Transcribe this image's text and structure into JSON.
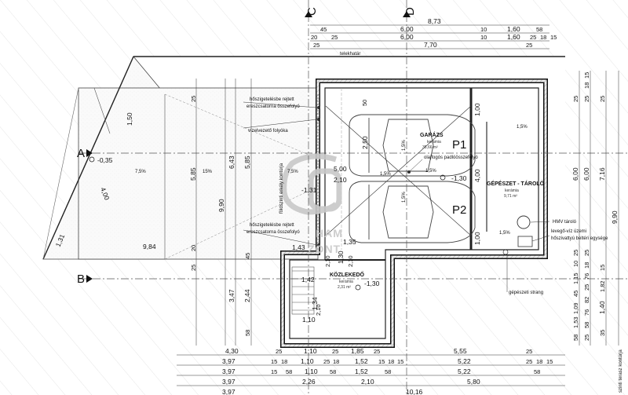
{
  "section_marks": [
    "C",
    "D",
    "A",
    "B"
  ],
  "top_dims": {
    "row1": [
      "8,73"
    ],
    "row2": [
      "45",
      "6,00",
      "10",
      "1,60",
      "58"
    ],
    "row3": [
      "20",
      "25",
      "6,00",
      "10",
      "1,60",
      "25",
      "18",
      "15"
    ],
    "row4": [
      "25",
      "7,70",
      "25"
    ]
  },
  "boundary_label": "telekhatár",
  "labels": {
    "hoszig1": "hőszigetelésbe rejtett",
    "eresz1": "ereszcsatorna összefolyó",
    "vizelvezeto": "vízelvezető folyóka",
    "erkely": "földszinti erkély kontúrja",
    "hoszig2": "hőszigetelésbe rejtett",
    "eresz2": "ereszcsatorna összefolyó",
    "olajfogo": "olajfogós padlóösszefolyó",
    "hmv": "HMV tároló",
    "levego1": "levegő-víz üzemi",
    "levego2": "hőszivattyú beltéri egysége",
    "strang": "gépészeti strang",
    "terasz": "szinti terasz kontúrja",
    "ham": "HAM",
    "ham2": "ZONT"
  },
  "rooms": {
    "garazs": {
      "name": "GARÁZS",
      "material": "kerámia",
      "area": "35,66 m²"
    },
    "gepeszet": {
      "name": "GÉPÉSZET - TÁROLÓ",
      "material": "kerámia",
      "area": "9,71 m²"
    },
    "kozlekedo": {
      "name": "KÖZLEKEDŐ",
      "material": "kerámia",
      "area": "2,31 m²"
    }
  },
  "parking": [
    "P1",
    "P2"
  ],
  "levels": {
    "l1": "-0,35",
    "l2": "-1,30",
    "l3": "-1,31",
    "l4": "-1,30"
  },
  "slopes": {
    "s1": "7,5%",
    "s2": "15%",
    "s3": "7,5%",
    "s4": "1,5%",
    "s5": "1,5%",
    "s6": "1,5%",
    "s7": "1,5%",
    "s8": "1,5%",
    "s9": "1,5%"
  },
  "left_vertical_dims": [
    "25",
    "5,85",
    "9,90",
    "6,43",
    "5,85",
    "25",
    "20",
    "45",
    "3,47",
    "2,44",
    "58"
  ],
  "inner_dims": [
    "2,50",
    "50",
    "5,00",
    "2,10",
    "1,35",
    "1,30",
    "2,10",
    "2,10",
    "1,43",
    "1,42",
    "2,10",
    "1,34",
    "1,10",
    "4,00",
    "1,50",
    "1,31",
    "9,84",
    "1,00",
    "4,00",
    "1,00"
  ],
  "right_vertical_dims": {
    "col1": [
      "25",
      "6,00",
      "25",
      "10",
      "1,15",
      "45",
      "1,09",
      "1,53",
      "58"
    ],
    "col2": [
      "15",
      "18",
      "25",
      "6,00",
      "25",
      "18",
      "76",
      "25",
      "82",
      "76",
      "58",
      "25"
    ],
    "col3": [
      "25",
      "7,16",
      "15",
      "1,82",
      "1,40",
      "35"
    ],
    "col4": [
      "9,90"
    ]
  },
  "bottom_dims": {
    "row1": [
      "4,30",
      "25",
      "1,10",
      "25",
      "1,85",
      "25",
      "5,55",
      "25"
    ],
    "row2": [
      "3,97",
      "15",
      "18",
      "1,10",
      "25",
      "18",
      "1,52",
      "15",
      "18",
      "15",
      "5,22",
      "25",
      "18",
      "15"
    ],
    "row3": [
      "3,97",
      "15",
      "58",
      "1,10",
      "58",
      "1,52",
      "58",
      "5,22",
      "58"
    ],
    "row4": [
      "3,97",
      "2,26",
      "2,10",
      "5,80"
    ],
    "row5": [
      "3,97",
      "10,16"
    ]
  }
}
